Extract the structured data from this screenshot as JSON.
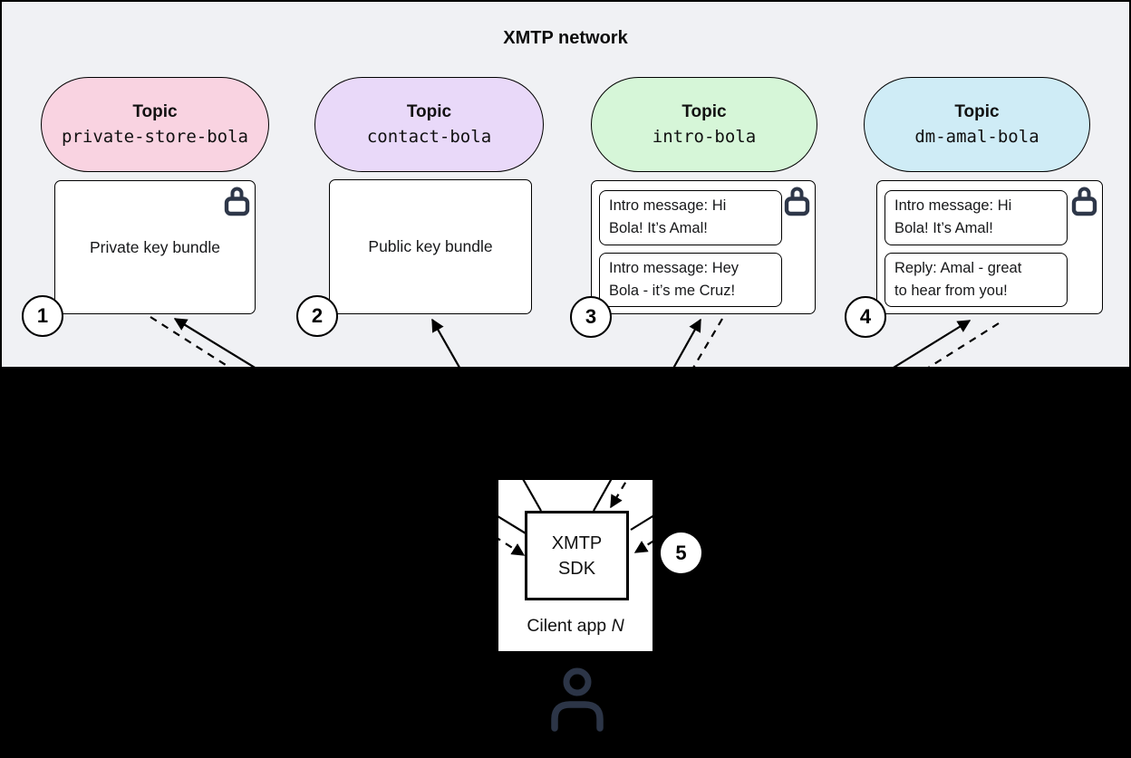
{
  "network": {
    "title": "XMTP network",
    "topics": [
      {
        "pill_label": "Topic",
        "topic_name": "private-store-bola",
        "pill_color": "#f9d3e1",
        "number": "1",
        "content_label": "Private key bundle"
      },
      {
        "pill_label": "Topic",
        "topic_name": "contact-bola",
        "pill_color": "#e9d9f9",
        "number": "2",
        "content_label": "Public key bundle"
      },
      {
        "pill_label": "Topic",
        "topic_name": "intro-bola",
        "pill_color": "#d6f6d8",
        "number": "3",
        "messages": [
          {
            "line1": "Intro message: Hi",
            "line2": "Bola! It’s Amal!"
          },
          {
            "line1": "Intro message: Hey",
            "line2": "Bola - it’s me Cruz!"
          }
        ]
      },
      {
        "pill_label": "Topic",
        "topic_name": "dm-amal-bola",
        "pill_color": "#cfecf6",
        "number": "4",
        "messages": [
          {
            "line1": "Intro message: Hi",
            "line2": "Bola! It’s Amal!"
          },
          {
            "line1": "Reply: Amal - great",
            "line2": "to hear from you!"
          }
        ]
      }
    ]
  },
  "client": {
    "sdk_line1": "XMTP",
    "sdk_line2": "SDK",
    "app_label": "Cilent app ",
    "app_label_italic": "N",
    "number": "5"
  },
  "icons": {
    "lock": "lock-icon",
    "person": "person-icon"
  },
  "colors": {
    "panel_bg": "#f0f1f4",
    "lock_icon": "#2e3749",
    "person_icon": "#2c3547",
    "arrow": "#000000"
  }
}
